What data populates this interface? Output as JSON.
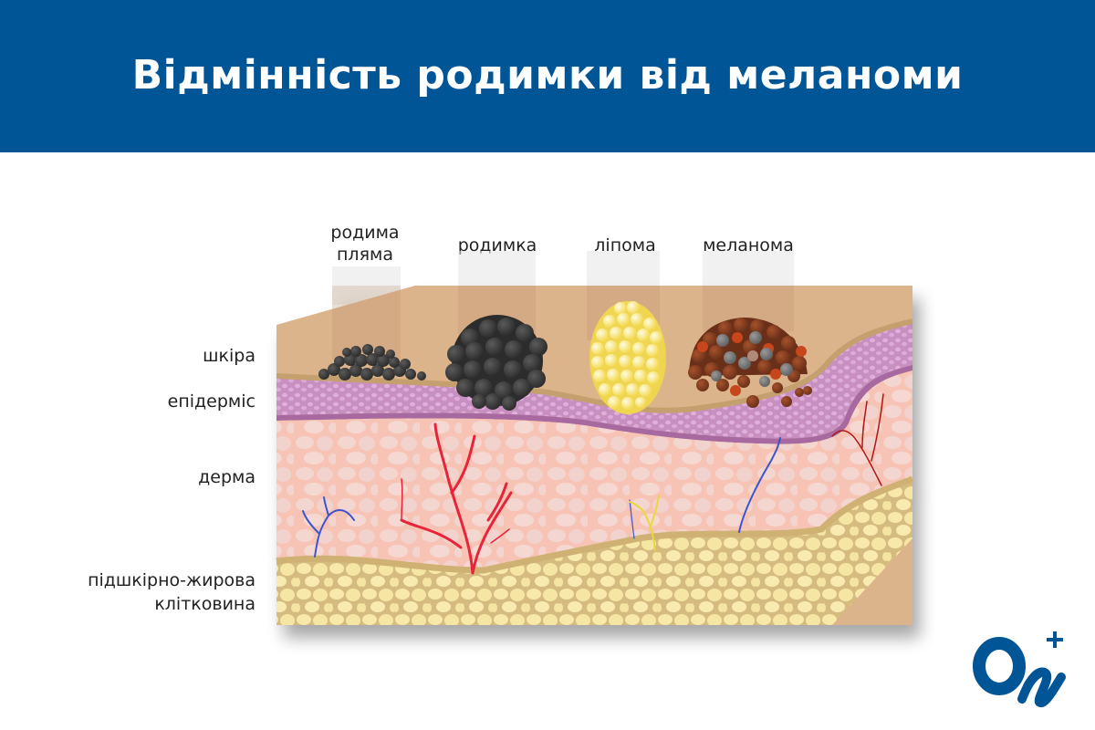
{
  "header": {
    "title": "Відмінність родимки від меланоми",
    "background": "#005596"
  },
  "columns": [
    {
      "id": "birthmark",
      "label_line1": "родима",
      "label_line2": "пляма"
    },
    {
      "id": "mole",
      "label": "родимка"
    },
    {
      "id": "lipoma",
      "label": "ліпома"
    },
    {
      "id": "melanoma",
      "label": "меланома"
    }
  ],
  "layers": [
    {
      "id": "skin",
      "label": "шкіра",
      "color": "#dcb48c"
    },
    {
      "id": "epidermis",
      "label": "епідерміс",
      "color": "#c98fc0"
    },
    {
      "id": "dermis",
      "label": "дерма",
      "color": "#f6c3b4"
    },
    {
      "id": "subcutaneous",
      "label_line1": "підшкірно-жирова",
      "label_line2": "клітковина",
      "color": "#f4e3a4"
    }
  ],
  "logo": {
    "name": "ON clinic",
    "color": "#005596"
  }
}
